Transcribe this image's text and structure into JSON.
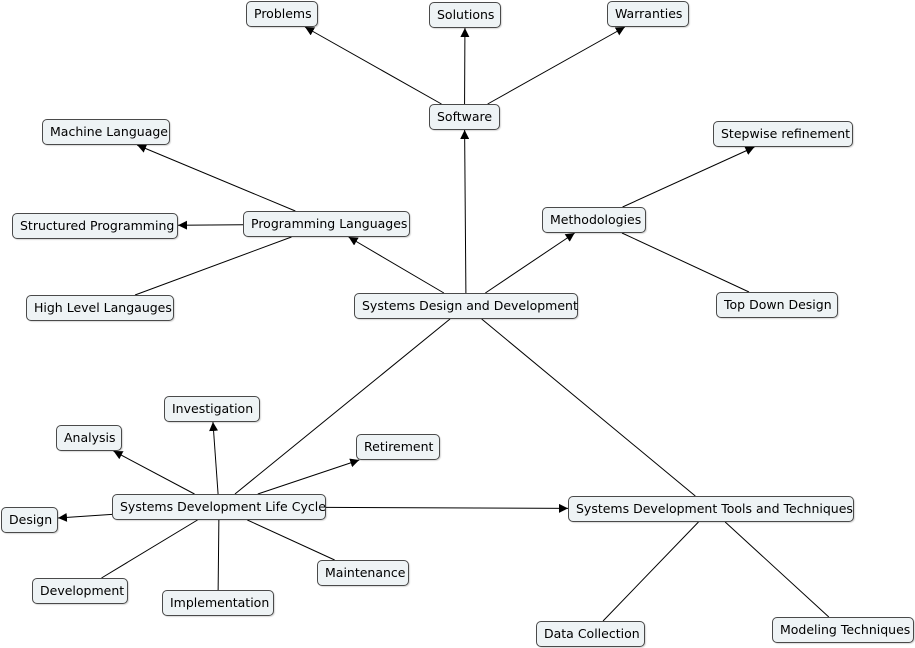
{
  "colors": {
    "node_fill": "#eef3f5",
    "node_border": "#4a4a4a",
    "edge": "#000000",
    "background": "#ffffff"
  },
  "nodes": {
    "problems": "Problems",
    "solutions": "Solutions",
    "warranties": "Warranties",
    "software": "Software",
    "machine_language": "Machine Language",
    "stepwise_refinement": "Stepwise refinement",
    "methodologies": "Methodologies",
    "structured_programming": "Structured Programming",
    "programming_languages": "Programming Languages",
    "high_level_languages": "High Level Langauges",
    "systems_design_development": "Systems Design and Development",
    "top_down_design": "Top Down Design",
    "investigation": "Investigation",
    "analysis": "Analysis",
    "retirement": "Retirement",
    "design": "Design",
    "sdlc": "Systems Development Life Cycle",
    "sd_tools": "Systems Development Tools and Techniques",
    "development": "Development",
    "maintenance": "Maintenance",
    "implementation": "Implementation",
    "data_collection": "Data Collection",
    "modeling_techniques": "Modeling Techniques"
  },
  "edges": [
    {
      "from": "software",
      "to": "problems",
      "arrow": true
    },
    {
      "from": "software",
      "to": "solutions",
      "arrow": true
    },
    {
      "from": "software",
      "to": "warranties",
      "arrow": true
    },
    {
      "from": "systems_design_development",
      "to": "software",
      "arrow": true
    },
    {
      "from": "systems_design_development",
      "to": "programming_languages",
      "arrow": true
    },
    {
      "from": "systems_design_development",
      "to": "methodologies",
      "arrow": true
    },
    {
      "from": "systems_design_development",
      "to": "sdlc",
      "arrow": false
    },
    {
      "from": "systems_design_development",
      "to": "sd_tools",
      "arrow": false
    },
    {
      "from": "programming_languages",
      "to": "machine_language",
      "arrow": true
    },
    {
      "from": "programming_languages",
      "to": "structured_programming",
      "arrow": true
    },
    {
      "from": "programming_languages",
      "to": "high_level_languages",
      "arrow": false
    },
    {
      "from": "methodologies",
      "to": "stepwise_refinement",
      "arrow": true
    },
    {
      "from": "methodologies",
      "to": "top_down_design",
      "arrow": false
    },
    {
      "from": "sdlc",
      "to": "investigation",
      "arrow": true
    },
    {
      "from": "sdlc",
      "to": "analysis",
      "arrow": true
    },
    {
      "from": "sdlc",
      "to": "retirement",
      "arrow": true
    },
    {
      "from": "sdlc",
      "to": "design",
      "arrow": true
    },
    {
      "from": "sdlc",
      "to": "sd_tools",
      "arrow": true
    },
    {
      "from": "sdlc",
      "to": "development",
      "arrow": false
    },
    {
      "from": "sdlc",
      "to": "implementation",
      "arrow": false
    },
    {
      "from": "sdlc",
      "to": "maintenance",
      "arrow": false
    },
    {
      "from": "sd_tools",
      "to": "data_collection",
      "arrow": false
    },
    {
      "from": "sd_tools",
      "to": "modeling_techniques",
      "arrow": false
    }
  ]
}
